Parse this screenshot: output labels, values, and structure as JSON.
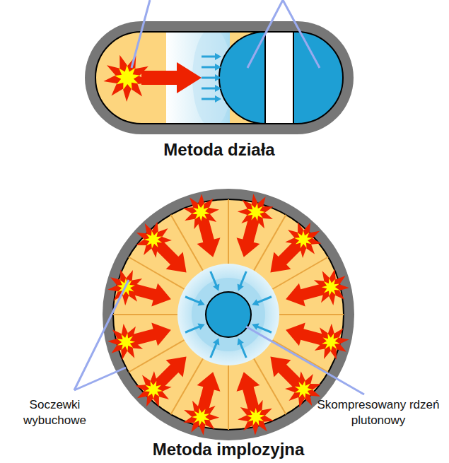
{
  "diagram": {
    "labels": [
      "Metoda działa",
      "Soczewki wybuchowe",
      "Skompresowany rdzeń plutonowy",
      "Metoda implozyjna"
    ]
  }
}
